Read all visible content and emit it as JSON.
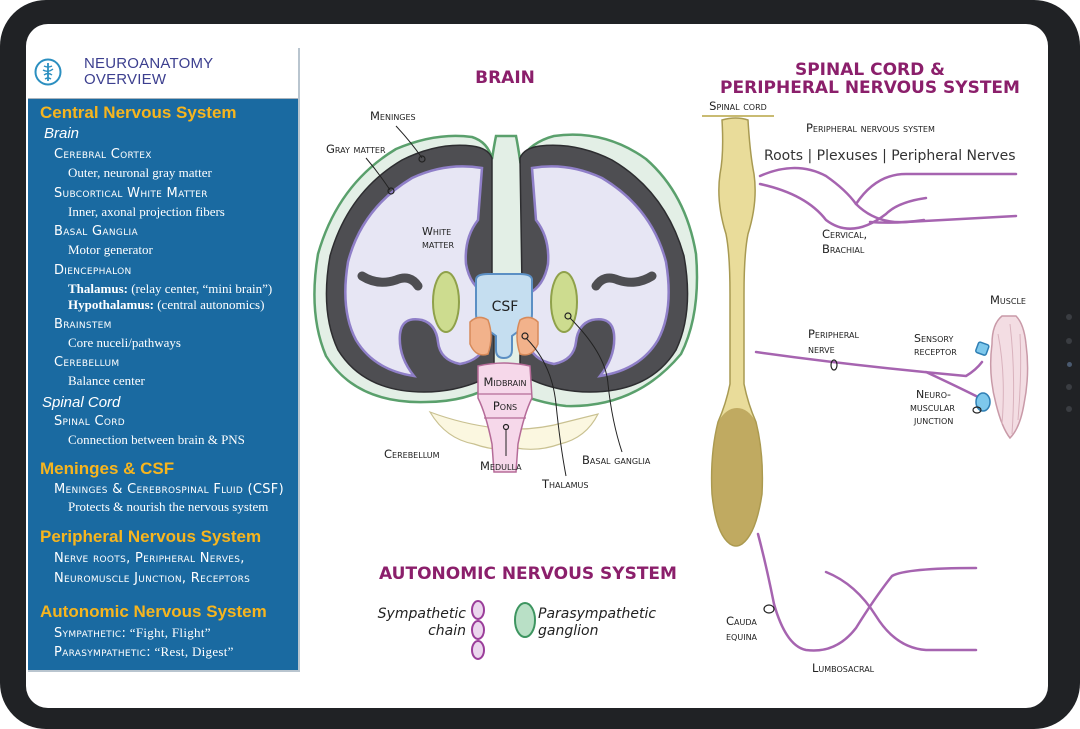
{
  "panel": {
    "title_line1": "NEUROANATOMY",
    "title_line2": "OVERVIEW",
    "sections": [
      {
        "heading": "Central Nervous System"
      },
      {
        "heading": "Meninges & CSF"
      },
      {
        "heading": "Peripheral Nervous System"
      },
      {
        "heading": "Autonomic Nervous System"
      }
    ],
    "brain_label": "Brain",
    "cerebral_cortex": "Cerebral Cortex",
    "cerebral_cortex_desc": "Outer, neuronal gray matter",
    "subcortical": "Subcortical White Matter",
    "subcortical_desc": "Inner, axonal projection fibers",
    "basal_ganglia": "Basal Ganglia",
    "basal_ganglia_desc": "Motor generator",
    "diencephalon": "Diencephalon",
    "thalamus_term": "Thalamus:",
    "thalamus_desc": " (relay center, “mini brain”)",
    "hypothalamus_term": "Hypothalamus:",
    "hypothalamus_desc": " (central autonomics)",
    "brainstem": "Brainstem",
    "brainstem_desc": "Core nuceli/pathways",
    "cerebellum": "Cerebellum",
    "cerebellum_desc": "Balance center",
    "spinal_cord_label": "Spinal Cord",
    "spinal_cord_item": "Spinal Cord",
    "spinal_cord_desc": "Connection between brain & PNS",
    "meninges_item": "Meninges & Cerebrospinal Fluid (CSF)",
    "meninges_desc": "Protects & nourish the nervous system",
    "pns_line1": "Nerve roots, Peripheral Nerves,",
    "pns_line2": "Neuromuscle Junction, Receptors",
    "sympathetic_term": "Sympathetic:",
    "sympathetic_desc": " “Fight, Flight”",
    "parasympathetic_term": "Parasympathetic:",
    "parasympathetic_desc": " “Rest, Digest”"
  },
  "brain": {
    "title": "BRAIN",
    "meninges": "Meninges",
    "gray_matter": "Gray matter",
    "white_matter_1": "White",
    "white_matter_2": "matter",
    "csf": "CSF",
    "midbrain": "Midbrain",
    "pons": "Pons",
    "cerebellum": "Cerebellum",
    "medulla": "Medulla",
    "basal_ganglia": "Basal ganglia",
    "thalamus": "Thalamus"
  },
  "autonomic": {
    "title": "AUTONOMIC NERVOUS SYSTEM",
    "sympathetic_1": "Sympathetic",
    "sympathetic_2": "chain",
    "parasympathetic_1": "Parasympathetic",
    "parasympathetic_2": "ganglion"
  },
  "spinal": {
    "title_line1": "SPINAL CORD &",
    "title_line2": "PERIPHERAL NERVOUS SYSTEM",
    "spinal_cord": "Spinal cord",
    "pns": "Peripheral nervous system",
    "roots": "Roots | Plexuses | Peripheral Nerves",
    "cervical": "Cervical,",
    "brachial": "Brachial",
    "muscle": "Muscle",
    "peripheral_1": "Peripheral",
    "peripheral_2": "nerve",
    "sensory_1": "Sensory",
    "sensory_2": "receptor",
    "nmj_1": "Neuro-",
    "nmj_2": "muscular",
    "nmj_3": "junction",
    "cauda_1": "Cauda",
    "cauda_2": "equina",
    "lumbosacral": "Lumbosacral"
  },
  "colors": {
    "accent_purple": "#8b1f6b",
    "panel_blue": "#1a6aa1",
    "heading_gold": "#f7b51e",
    "nerve_purple": "#a664b0"
  }
}
